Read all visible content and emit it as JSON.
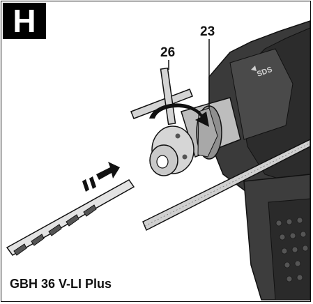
{
  "figure": {
    "step_letter": "H",
    "callouts": {
      "chuck": "23",
      "chuck_key": "26"
    },
    "marking_on_tool": "SDS",
    "model_name": "GBH 36 V-LI Plus"
  },
  "colors": {
    "outline": "#111111",
    "tool_body": "#3a3a3a",
    "tool_mid": "#5a5a5a",
    "tool_light": "#9a9a9a",
    "metal": "#d9d9d9",
    "background": "#ffffff"
  },
  "icons": [
    "insert-arrow-icon",
    "rotation-arrow-icon"
  ]
}
